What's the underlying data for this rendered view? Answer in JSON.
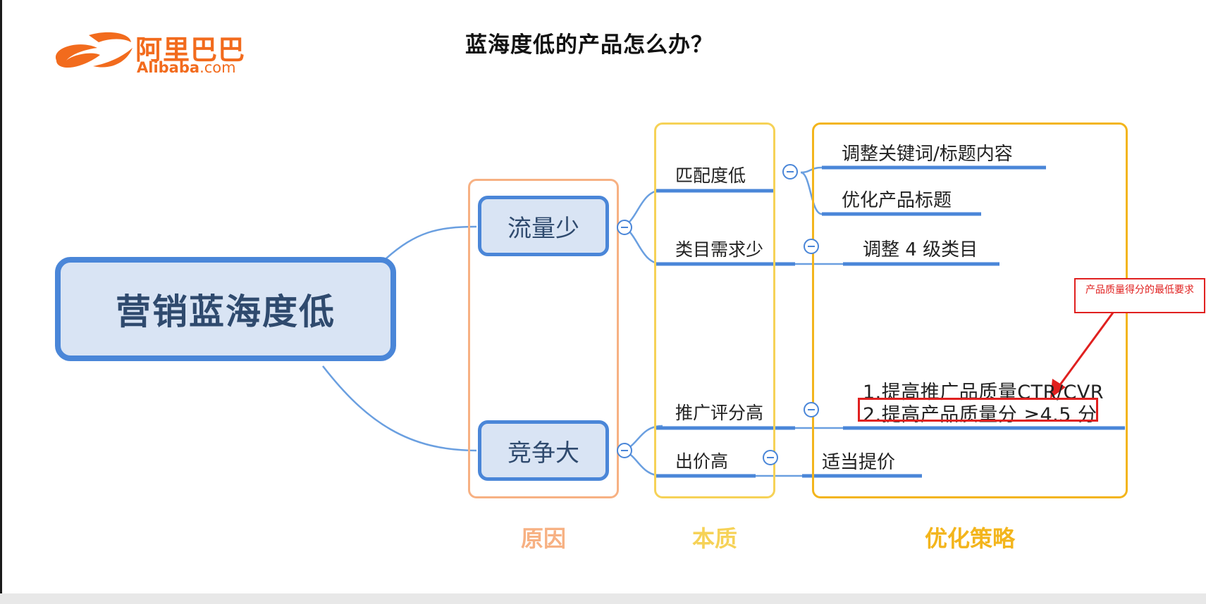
{
  "logo": {
    "cn": "阿里巴巴",
    "en": "Alibaba",
    "dotcom": ".com"
  },
  "title": "蓝海度低的产品怎么办？",
  "root": "营销蓝海度低",
  "causes": [
    "流量少",
    "竞争大"
  ],
  "essence": [
    "匹配度低",
    "类目需求少",
    "推广评分高",
    "出价高"
  ],
  "strategies": {
    "match_low": [
      "调整关键词/标题内容",
      "优化产品标题"
    ],
    "category_low": "调整 4 级类目",
    "score_high": [
      "1.提高推广品质量CTR/CVR",
      "2.提高产品质量分 ≥4.5 分"
    ],
    "bid_high": "适当提价"
  },
  "group_labels": {
    "cause": "原因",
    "essence": "本质",
    "strategy": "优化策略"
  },
  "annotation": "产品质量得分的最低要求",
  "colors": {
    "node_border": "#4a86d8",
    "node_fill": "#d9e4f4",
    "cause_group": "#f7b183",
    "essence_group": "#f6d257",
    "strategy_group": "#f3b51c",
    "annotation": "#e0201f",
    "logo": "#f26b1d"
  }
}
